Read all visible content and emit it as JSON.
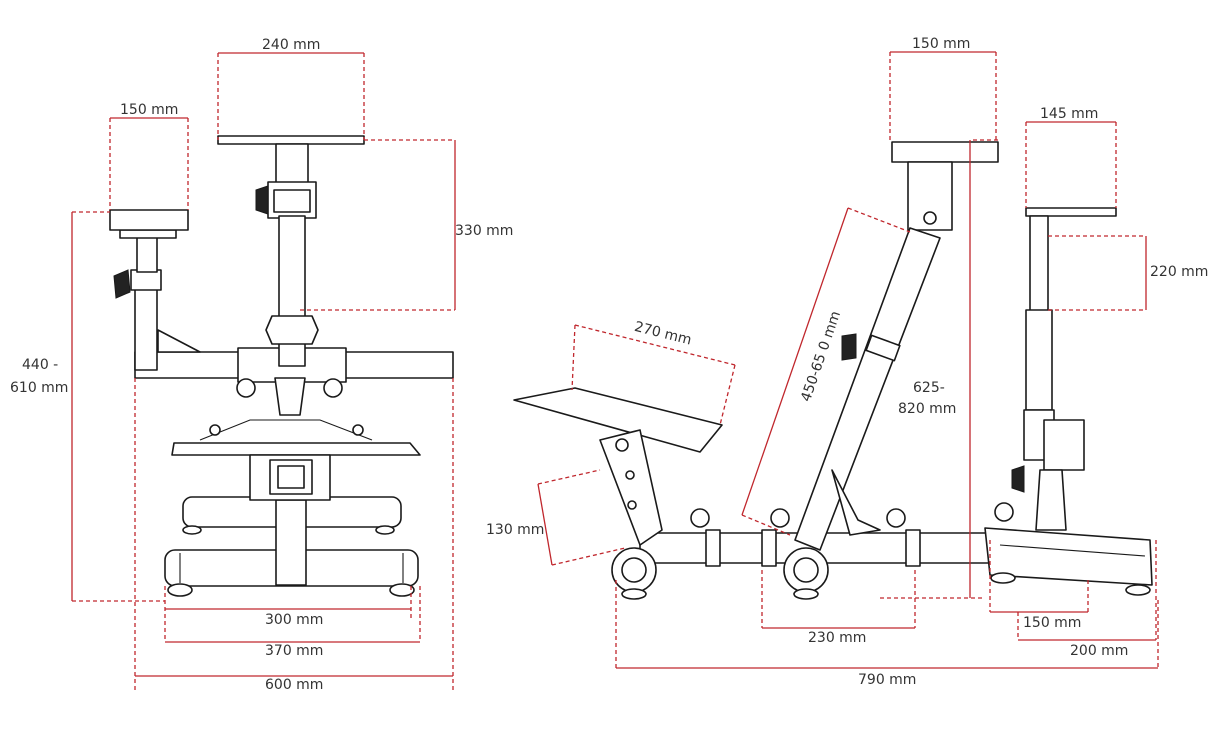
{
  "front_view": {
    "dims": {
      "pedal_width": "240 mm",
      "shifter_width": "150 mm",
      "pedal_height": "330 mm",
      "height_range_a": "440 -",
      "height_range_b": "610 mm",
      "foot_300": "300 mm",
      "foot_370": "370 mm",
      "overall_600": "600 mm"
    }
  },
  "side_view": {
    "dims": {
      "wheel_plate_width": "150 mm",
      "shifter_plate_width": "145 mm",
      "shifter_height": "220 mm",
      "pedal_plate_width": "270 mm",
      "column_length": "450-65 0 mm",
      "height_a": "625-",
      "height_b": "820 mm",
      "tilt_130": "130 mm",
      "base_230": "230 mm",
      "base_150": "150 mm",
      "base_200": "200 mm",
      "overall_790": "790 mm"
    }
  },
  "colors": {
    "dimension": "#c0272d",
    "outline": "#1a1a1a",
    "label": "#333333"
  }
}
